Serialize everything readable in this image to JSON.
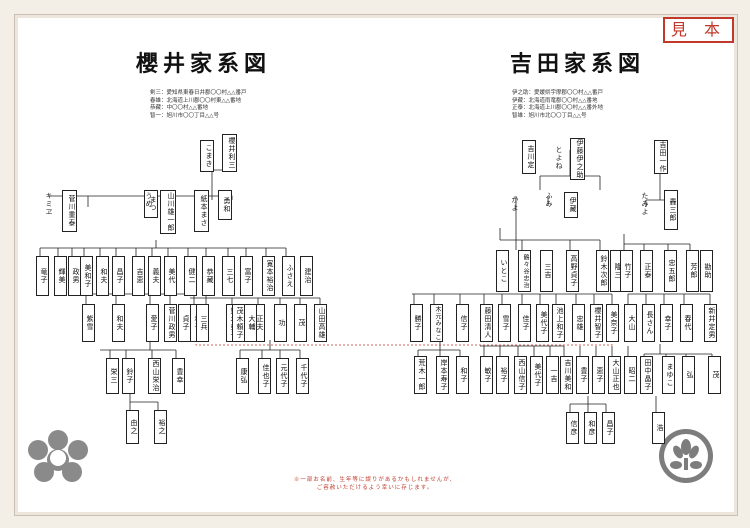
{
  "stamp": "見 本",
  "left": {
    "title": "櫻井家系図",
    "address": [
      "剣三：愛知県東春日井郡〇〇村△△番戸",
      "春雄：北海道上川郡〇〇村東△△番地",
      "恭藏：中〇〇村△△番地",
      "智一：旭川市〇〇丁目△△号"
    ],
    "progenitor": "櫻井利三",
    "progenitor_wife": "こまき",
    "gen2": [
      "まつ",
      "山川雄一郎",
      "うめ",
      "紙本まさ",
      "勇和"
    ],
    "gen2b": [
      "菅川重泰",
      "キミヱ"
    ],
    "gen3": [
      "竜子",
      "輝美",
      "政男",
      "美和子",
      "和夫",
      "昌子",
      "吉恵",
      "義夫",
      "美代",
      "健二",
      "恭藏",
      "三七",
      "富子",
      "寛本裕治",
      "ふさえ",
      "建治"
    ],
    "gen4": [
      "紫雪",
      "和夫",
      "愛子",
      "菅川政男",
      "貞子",
      "和子",
      "鈴木美子",
      "正夫",
      "功",
      "茂",
      "山田高雄",
      "三兵",
      "茂木頼子",
      "大輔"
    ],
    "gen5": [
      "栄三",
      "鈴子",
      "西山栄治",
      "豊幸",
      "康弘",
      "佳也子",
      "元代子",
      "千代子"
    ],
    "gen6": [
      "由之",
      "裕之"
    ]
  },
  "right": {
    "title": "吉田家系図",
    "address": [
      "伊之助：愛媛県宇摩郡〇〇村△△番戸",
      "伊藏：北海道雨竜郡〇〇村△△番地",
      "正泰：北海道上川郡〇〇村△△番外地",
      "智雄：旭川市北〇〇丁目△△号"
    ],
    "progenitor": "伊藤伊之助",
    "progenitor_wife": "とよね",
    "gen2": [
      "吉川定",
      "伊藏",
      "吉田一作"
    ],
    "gen2b": [
      "かよ",
      "ふみ",
      "たみよ",
      "轟三郎"
    ],
    "gen3": [
      "いとこ",
      "鶴々谷忠治",
      "三吉",
      "高野貞子",
      "鈴木次郎",
      "隆三",
      "竹子",
      "正泰",
      "忠五郎",
      "芳郎",
      "勘助"
    ],
    "gen4": [
      "勝子",
      "木元みなこ",
      "信子",
      "藤田清人",
      "雪子",
      "佳子",
      "美代子",
      "池上和子",
      "忠雄",
      "櫻井智子",
      "美奈子",
      "大山",
      "長さん",
      "幸子",
      "春代",
      "新井定男"
    ],
    "gen5": [
      "荒木一郎",
      "岸本寿子",
      "和子",
      "敏子",
      "裕子",
      "西山信子",
      "美代子",
      "一吉",
      "吉川美和",
      "豊子",
      "恵子",
      "大山正也",
      "昭二",
      "田中晶子",
      "まゆこ",
      "弘",
      "茂"
    ],
    "gen6": [
      "信彦",
      "和彦",
      "昌子",
      "浩"
    ]
  },
  "footer": [
    "※一部お名前、生年等に誤りがあるかもしれませんが、",
    "ご容赦いただけるよう幸いに存じます。"
  ]
}
